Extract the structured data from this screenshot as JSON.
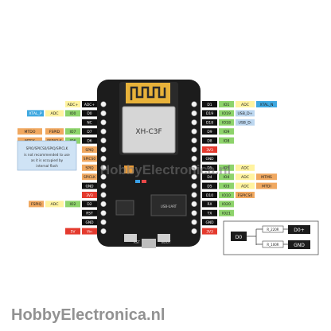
{
  "board": {
    "module_label": "XH-C3F",
    "rst_label": "RST",
    "boot_label": "BOOT",
    "chip_label": "USB-UART"
  },
  "left_pins": [
    {
      "pin": "ADC+",
      "tags": [
        "",
        ""
      ]
    },
    {
      "pin": "D0",
      "tags": [
        "ADC",
        "IO0"
      ]
    },
    {
      "pin": "NC",
      "tags": [
        "",
        ""
      ]
    },
    {
      "pin": "D7",
      "tags": [
        "FSPID",
        "IO7"
      ]
    },
    {
      "pin": "D6",
      "tags": [
        "FSPICLK",
        "IO6"
      ]
    },
    {
      "pin": "SPIQ",
      "tags": [
        "",
        ""
      ]
    },
    {
      "pin": "SPICS0",
      "tags": [
        "",
        ""
      ]
    },
    {
      "pin": "SPIQ",
      "tags": [
        "",
        ""
      ]
    },
    {
      "pin": "SPICLK",
      "tags": [
        "",
        ""
      ]
    },
    {
      "pin": "GND",
      "tags": [
        "",
        ""
      ]
    },
    {
      "pin": "3V3",
      "tags": [
        "",
        ""
      ]
    },
    {
      "pin": "D2",
      "tags": [
        "ADC",
        "IO2"
      ]
    },
    {
      "pin": "RST",
      "tags": [
        "",
        ""
      ]
    },
    {
      "pin": "GND",
      "tags": [
        "",
        ""
      ]
    },
    {
      "pin": "Vin",
      "tags": [
        "",
        ""
      ]
    }
  ],
  "left_extra": {
    "row1": "ADC+",
    "row3": "ADC",
    "row7_a": "MTDO",
    "row8_a": "MTCK",
    "row15": "5V",
    "row11": "FSPIQ"
  },
  "right_pins": [
    {
      "pin": "D1",
      "tags": [
        "IO1",
        "ADC",
        "XTAL_N"
      ]
    },
    {
      "pin": "D19",
      "tags": [
        "IO19",
        "USB_D+",
        ""
      ]
    },
    {
      "pin": "D18",
      "tags": [
        "IO18",
        "USB_D-",
        ""
      ]
    },
    {
      "pin": "D9",
      "tags": [
        "IO9",
        "",
        ""
      ]
    },
    {
      "pin": "D8",
      "tags": [
        "IO8",
        "",
        ""
      ]
    },
    {
      "pin": "3V3",
      "tags": [
        "",
        "",
        ""
      ]
    },
    {
      "pin": "GND",
      "tags": [
        "",
        "",
        ""
      ]
    },
    {
      "pin": "D5",
      "tags": [
        "IO5",
        "ADC",
        ""
      ]
    },
    {
      "pin": "D4",
      "tags": [
        "IO4",
        "ADC",
        "MTMS"
      ]
    },
    {
      "pin": "D5",
      "tags": [
        "IO3",
        "ADC",
        "MTDI"
      ]
    },
    {
      "pin": "D10",
      "tags": [
        "IO10",
        "FSPICS0",
        ""
      ]
    },
    {
      "pin": "RX",
      "tags": [
        "IO20",
        "",
        ""
      ]
    },
    {
      "pin": "TX",
      "tags": [
        "IO21",
        "",
        ""
      ]
    },
    {
      "pin": "GND",
      "tags": [
        "",
        "",
        ""
      ]
    },
    {
      "pin": "3V3",
      "tags": [
        "",
        "",
        ""
      ]
    }
  ],
  "left_top_tags": [
    "XTAL_P",
    "ADC",
    "IO0"
  ],
  "flash_note": [
    "SPIO/SPICS0/SPIQ/SPICLK",
    "is not recommended to use",
    "as it is occupied by",
    "internal flash"
  ],
  "inset": {
    "pin": "D0",
    "res_top": "R_220R",
    "res_bottom": "R_100R",
    "out_top": "D0+",
    "out_bottom": "GND"
  },
  "watermark_center": "HobbyElectronica.nl",
  "watermark_bottom": "HobbyElectronica.nl",
  "colors": {
    "board": "#1c1c1c",
    "pin_label": "#ffffff",
    "adc": "#fff3a0",
    "io": "#8dd36b",
    "usb": "#bcd7f0",
    "xtal": "#3fa8e0",
    "spi": "#f0a860",
    "power": "#e43a2e",
    "gnd": "#1c1c1c"
  }
}
